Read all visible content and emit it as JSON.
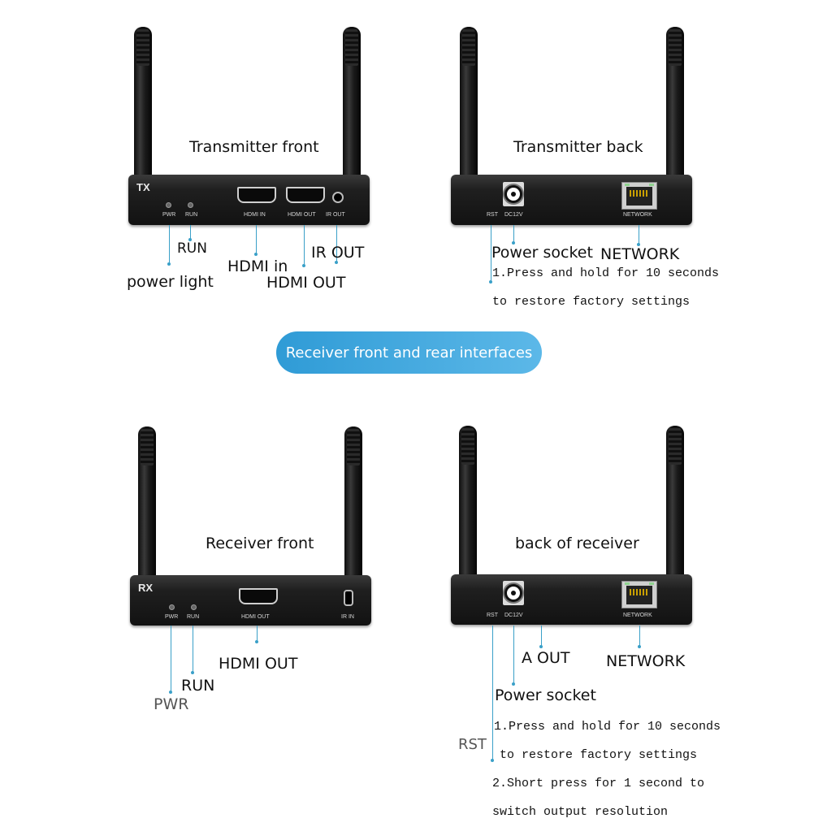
{
  "header": {
    "banner": "Receiver front and rear interfaces"
  },
  "tx_front": {
    "title": "Transmitter front",
    "tag": "TX",
    "ports": {
      "pwr": "PWR",
      "run": "RUN",
      "hdmi_in": "HDMI IN",
      "hdmi_out": "HDMI OUT",
      "ir_out": "IR OUT"
    },
    "callouts": {
      "run": "RUN",
      "power_light": "power light",
      "hdmi_in": "HDMI in",
      "hdmi_out": "HDMI OUT",
      "ir_out": "IR OUT"
    }
  },
  "tx_back": {
    "title": "Transmitter back",
    "ports": {
      "rst": "RST",
      "dc": "DC12V",
      "network": "NETWORK"
    },
    "callouts": {
      "power_socket": "Power socket",
      "network": "NETWORK",
      "rst_note_1": "1.Press and hold for 10 seconds",
      "rst_note_2": "to restore factory settings"
    }
  },
  "rx_front": {
    "title": "Receiver front",
    "tag": "RX",
    "ports": {
      "pwr": "PWR",
      "run": "RUN",
      "hdmi_out": "HDMI OUT",
      "ir_in": "IR IN"
    },
    "callouts": {
      "hdmi_out": "HDMI OUT",
      "run": "RUN",
      "pwr": "PWR"
    }
  },
  "rx_back": {
    "title": "back of receiver",
    "ports": {
      "rst": "RST",
      "dc": "DC12V",
      "network": "NETWORK"
    },
    "callouts": {
      "a_out": "A OUT",
      "network": "NETWORK",
      "power_socket": "Power socket",
      "rst": "RST",
      "note_1": "1.Press and hold for 10 seconds",
      "note_2": "to restore factory settings",
      "note_3": "2.Short press for 1 second to",
      "note_4": "switch output resolution"
    }
  },
  "colors": {
    "accent": "#3aa0c8",
    "banner": "#3da6dd",
    "device": "#1a1a1a"
  }
}
